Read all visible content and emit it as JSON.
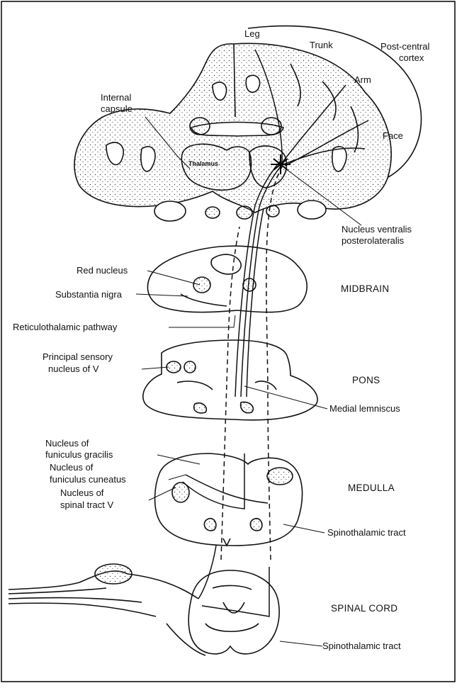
{
  "labels": {
    "leg": "Leg",
    "trunk": "Trunk",
    "post_central_1": "Post-central",
    "post_central_2": "cortex",
    "arm": "Arm",
    "face": "Face",
    "internal_capsule_1": "Internal",
    "internal_capsule_2": "capsule",
    "thalamus": "Thalamus",
    "nvpl_1": "Nucleus ventralis",
    "nvpl_2": "posterolateralis",
    "red_nucleus": "Red nucleus",
    "substantia_nigra": "Substantia nigra",
    "reticulothalamic": "Reticulothalamic pathway",
    "principal_sensory_1": "Principal sensory",
    "principal_sensory_2": "nucleus of V",
    "medial_lemniscus": "Medial lemniscus",
    "gracilis_1": "Nucleus of",
    "gracilis_2": "funiculus gracilis",
    "cuneatus_1": "Nucleus of",
    "cuneatus_2": "funiculus cuneatus",
    "spinal_tract_1": "Nucleus of",
    "spinal_tract_2": "spinal tract V",
    "spinothalamic_upper": "Spinothalamic tract",
    "spinothalamic_lower": "Spinothalamic tract"
  },
  "sections": {
    "midbrain": "MIDBRAIN",
    "pons": "PONS",
    "medulla": "MEDULLA",
    "spinal_cord": "SPINAL CORD"
  }
}
